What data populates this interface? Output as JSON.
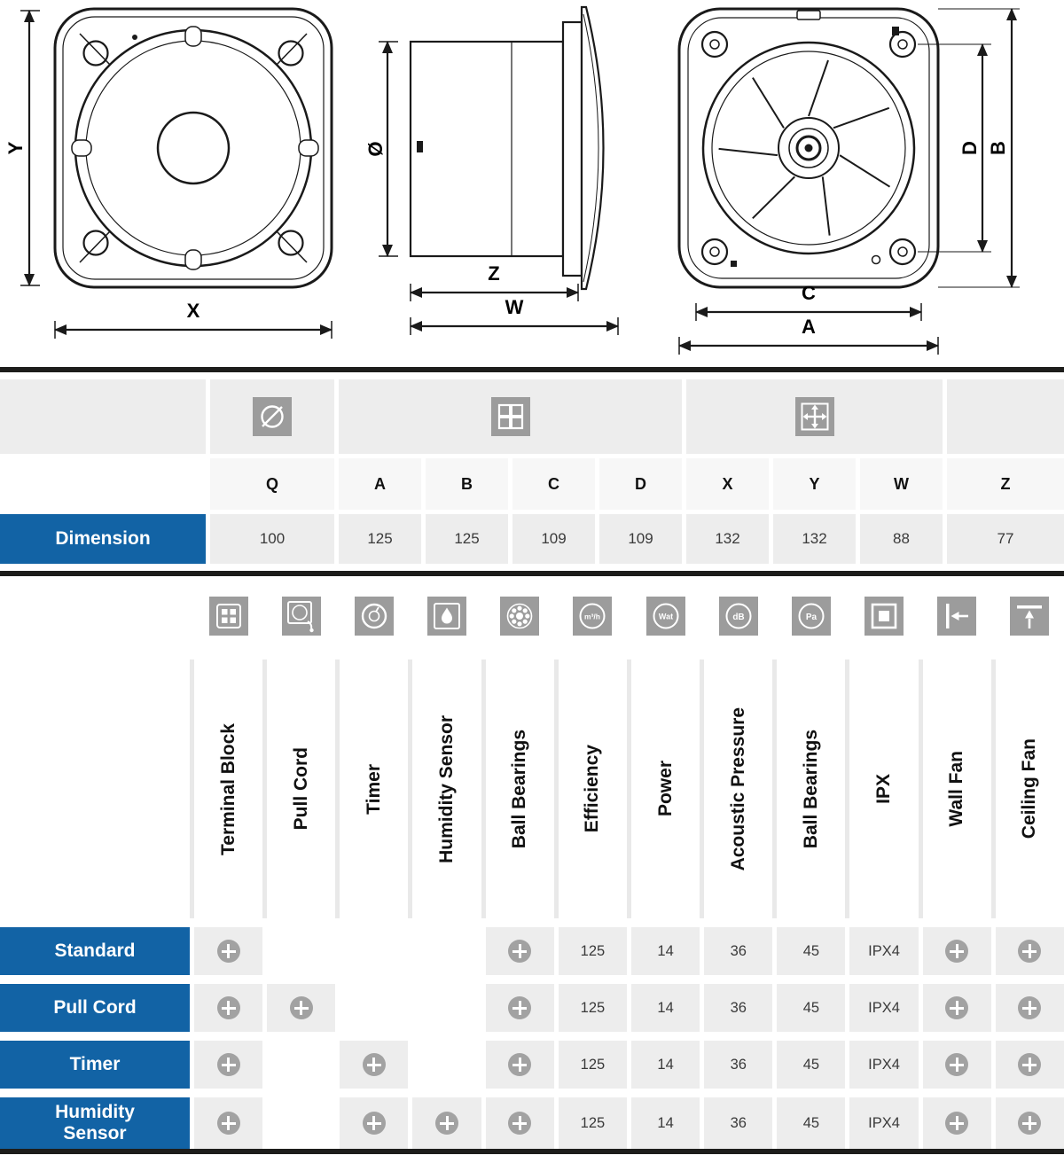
{
  "colors": {
    "accent_blue": "#1263a5",
    "cell_gray": "#ededed",
    "icon_gray": "#9c9c9c",
    "line_dark": "#1d1d1b"
  },
  "drawings": {
    "front_view": {
      "width_label": "X",
      "height_label": "Y"
    },
    "side_view": {
      "diameter_label": "Ø",
      "duct_depth_label": "Z",
      "total_depth_label": "W"
    },
    "back_view": {
      "width_label": "A",
      "height_label": "B",
      "hole_spacing_h_label": "C",
      "hole_spacing_v_label": "D"
    }
  },
  "dimension_table": {
    "row_label": "Dimension",
    "columns": [
      "Q",
      "A",
      "B",
      "C",
      "D",
      "X",
      "Y",
      "W",
      "Z"
    ],
    "values": [
      "100",
      "125",
      "125",
      "109",
      "109",
      "132",
      "132",
      "88",
      "77"
    ]
  },
  "features_table": {
    "gauge_icon_text": {
      "efficiency": "m³/h",
      "power": "Wat",
      "acoustic": "dB",
      "pressure": "Pa"
    },
    "columns": [
      {
        "label": "Terminal Block",
        "icon": "terminal-block-icon"
      },
      {
        "label": "Pull Cord",
        "icon": "pull-cord-icon"
      },
      {
        "label": "Timer",
        "icon": "timer-icon"
      },
      {
        "label": "Humidity Sensor",
        "icon": "humidity-sensor-icon"
      },
      {
        "label": "Ball Bearings",
        "icon": "ball-bearings-icon"
      },
      {
        "label": "Efficiency",
        "icon": "airflow-gauge-icon"
      },
      {
        "label": "Power",
        "icon": "power-gauge-icon"
      },
      {
        "label": "Acoustic Pressure",
        "icon": "acoustic-gauge-icon"
      },
      {
        "label": "Ball Bearings",
        "icon": "pressure-gauge-icon"
      },
      {
        "label": "IPX",
        "icon": "ipx-icon"
      },
      {
        "label": "Wall Fan",
        "icon": "wall-fan-icon"
      },
      {
        "label": "Ceiling Fan",
        "icon": "ceiling-fan-icon"
      }
    ],
    "rows": [
      {
        "label": "Standard",
        "cells": [
          "+",
          "",
          "",
          "",
          "+",
          "125",
          "14",
          "36",
          "45",
          "IPX4",
          "+",
          "+"
        ]
      },
      {
        "label": "Pull Cord",
        "cells": [
          "+",
          "+",
          "",
          "",
          "+",
          "125",
          "14",
          "36",
          "45",
          "IPX4",
          "+",
          "+"
        ]
      },
      {
        "label": "Timer",
        "cells": [
          "+",
          "",
          "+",
          "",
          "+",
          "125",
          "14",
          "36",
          "45",
          "IPX4",
          "+",
          "+"
        ]
      },
      {
        "label": "Humidity Sensor",
        "cells": [
          "+",
          "",
          "+",
          "+",
          "+",
          "125",
          "14",
          "36",
          "45",
          "IPX4",
          "+",
          "+"
        ]
      }
    ]
  }
}
